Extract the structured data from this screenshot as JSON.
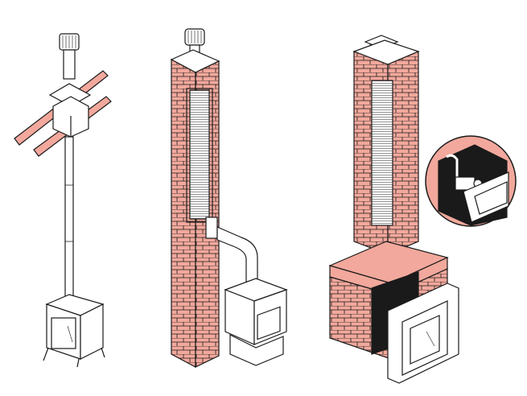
{
  "colors": {
    "brick": "#f2a89c",
    "mortar": "#ffffff",
    "outline": "#1a1a1a",
    "opening": "#1a1a1a",
    "background": "#ffffff"
  },
  "scenes": [
    {
      "icon": "freestanding-stove-with-metal-chimney"
    },
    {
      "icon": "stove-connected-to-masonry-chimney-with-liner"
    },
    {
      "icon": "fireplace-insert-with-chimney-liner"
    }
  ],
  "inset": {
    "icon": "detail-insert-liner-connection"
  }
}
